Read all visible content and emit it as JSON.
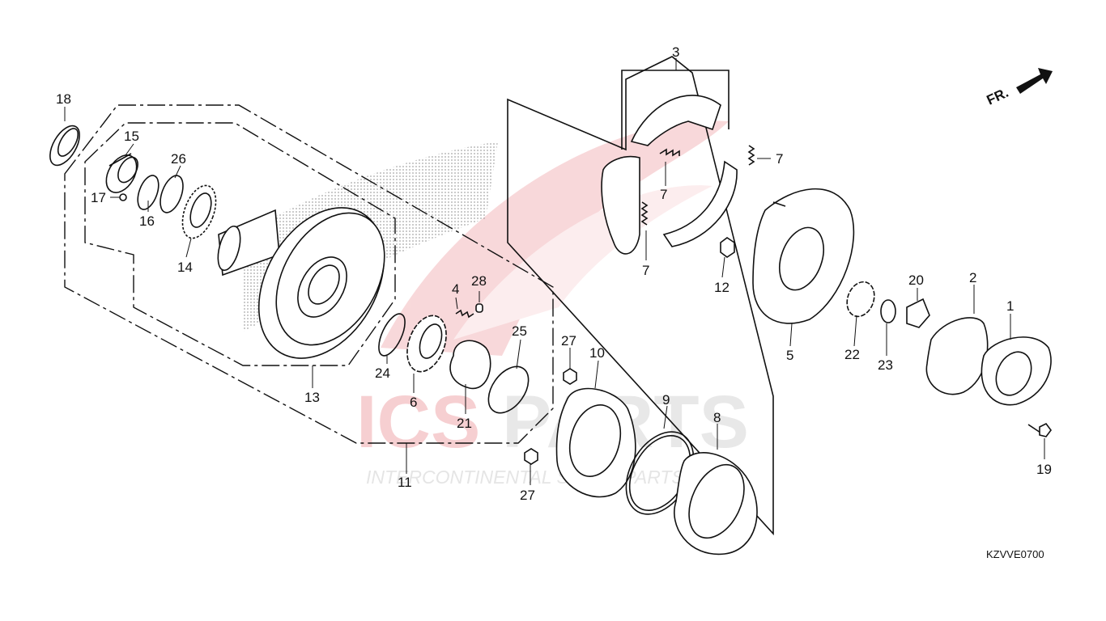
{
  "diagram": {
    "code": "KZVVE0700",
    "front_indicator": "FR.",
    "watermark": {
      "logo_word_1": "ICS",
      "logo_word_2": "PARTS",
      "tagline": "INTERCONTINENTAL SPARE PARTS",
      "colors": {
        "primary": "#e05058",
        "secondary": "#c8c8c8"
      }
    },
    "callouts": {
      "c1": "1",
      "c2": "2",
      "c3": "3",
      "c4": "4",
      "c5": "5",
      "c6": "6",
      "c7a": "7",
      "c7b": "7",
      "c7c": "7",
      "c8": "8",
      "c9": "9",
      "c10": "10",
      "c11": "11",
      "c12": "12",
      "c13": "13",
      "c14": "14",
      "c15": "15",
      "c16": "16",
      "c17": "17",
      "c18": "18",
      "c19": "19",
      "c20": "20",
      "c21": "21",
      "c22": "22",
      "c23": "23",
      "c24": "24",
      "c25": "25",
      "c26": "26",
      "c27a": "27",
      "c27b": "27",
      "c28": "28"
    }
  }
}
